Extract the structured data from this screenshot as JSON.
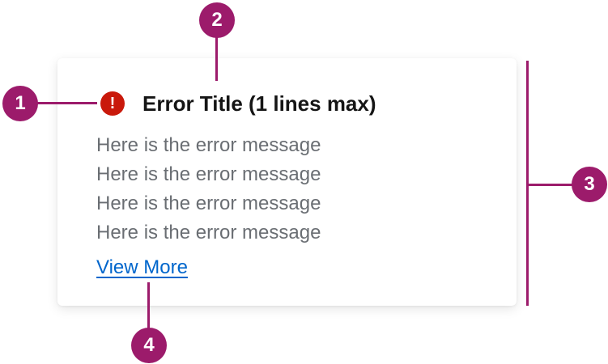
{
  "card": {
    "icon_glyph": "!",
    "title": "Error Title (1 lines max)",
    "messages": [
      "Here is the error message",
      "Here is the error message",
      "Here is the error message",
      "Here is the error message"
    ],
    "link_label": "View More"
  },
  "callouts": [
    "1",
    "2",
    "3",
    "4"
  ],
  "colors": {
    "callout": "#9c1b6b",
    "error_icon": "#c9190b",
    "link": "#0066cc",
    "title": "#151515",
    "message": "#6a6e73"
  },
  "icons": {
    "error": "exclamation-circle-icon"
  }
}
